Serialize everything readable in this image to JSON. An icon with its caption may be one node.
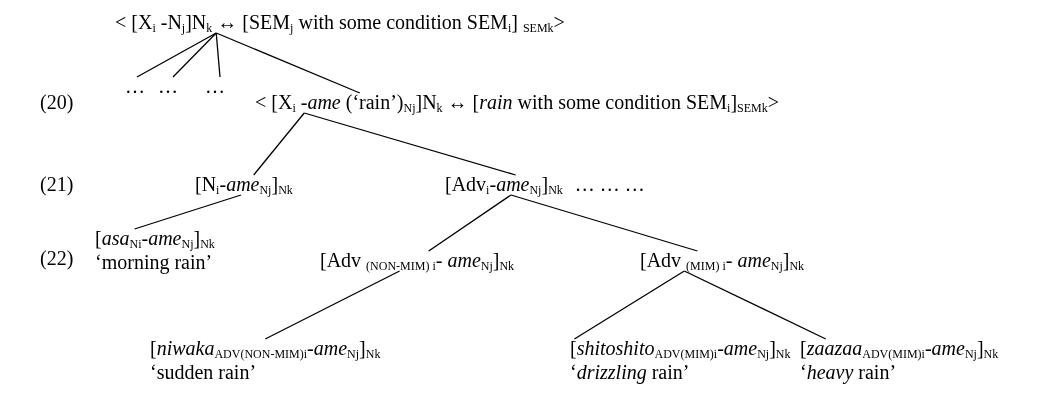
{
  "diagram": {
    "nodes": [
      {
        "text": [
          "< [X$_{i}$ -N$_{j}$]N$_{k}$ ↔ [SEM$_{j}$ with some condition SEM$_{i}$] $_{SEMk}$>"
        ]
      },
      {
        "text": [
          "…"
        ]
      },
      {
        "text": [
          "…"
        ]
      },
      {
        "text": [
          "…"
        ]
      },
      {
        "text": [
          "< [X$_{i}$ -*ame* (‘rain’)$_{Nj}$]N$_{k}$ ↔ [*rain* with some condition SEM$_{i}$]$_{SEMk}$>"
        ]
      },
      {
        "text": [
          "[N$_{i}$-*ame*$_{Nj}$]$_{Nk}$"
        ]
      },
      {
        "text": [
          "[Adv$_{i}$-*ame*$_{Nj}$]$_{Nk}$"
        ],
        "beside": [
          "… … …"
        ]
      },
      {
        "text": [
          "[*asa*$_{Ni}$-*ame*$_{Nj}$]$_{Nk}$",
          "‘morning rain’"
        ]
      },
      {
        "text": [
          "[Adv $_{(NON-MIM) i}$- *ame*$_{Nj}$]$_{Nk}$"
        ]
      },
      {
        "text": [
          "[Adv $_{(MIM) i}$- *ame*$_{Nj}$]$_{Nk}$"
        ]
      },
      {
        "text": [
          "[*niwaka*$_{ADV(NON-MIM)i}$-*ame*$_{Nj}$]$_{Nk}$",
          "‘sudden rain’"
        ]
      },
      {
        "text": [
          "[*shitoshito*$_{ADV(MIM)i}$-*ame*$_{Nj}$]$_{Nk}$",
          "‘*drizzling* rain’"
        ]
      },
      {
        "text": [
          "[*zaazaa*$_{ADV(MIM)i}$-*ame*$_{Nj}$]$_{Nk}$",
          "‘*heavy* rain’"
        ]
      }
    ],
    "edges": [
      {
        "from": 0,
        "to": 1,
        "arrow": "none"
      },
      {
        "from": 0,
        "to": 2,
        "arrow": "none"
      },
      {
        "from": 0,
        "to": 3,
        "arrow": "none"
      },
      {
        "from": 0,
        "to": 4,
        "arrow": "none"
      },
      {
        "from": 4,
        "to": 5,
        "arrow": "none"
      },
      {
        "from": 4,
        "to": 6,
        "arrow": "none"
      },
      {
        "from": 5,
        "to": 7,
        "arrow": "none"
      },
      {
        "from": 6,
        "to": 8,
        "arrow": "none"
      },
      {
        "from": 6,
        "to": 9,
        "arrow": "none"
      },
      {
        "from": 8,
        "to": 10,
        "arrow": "none"
      },
      {
        "from": 9,
        "to": 11,
        "arrow": "none"
      },
      {
        "from": 9,
        "to": 12,
        "arrow": "none"
      }
    ],
    "labels": [
      "(20)",
      "(21)",
      "(22)"
    ]
  }
}
